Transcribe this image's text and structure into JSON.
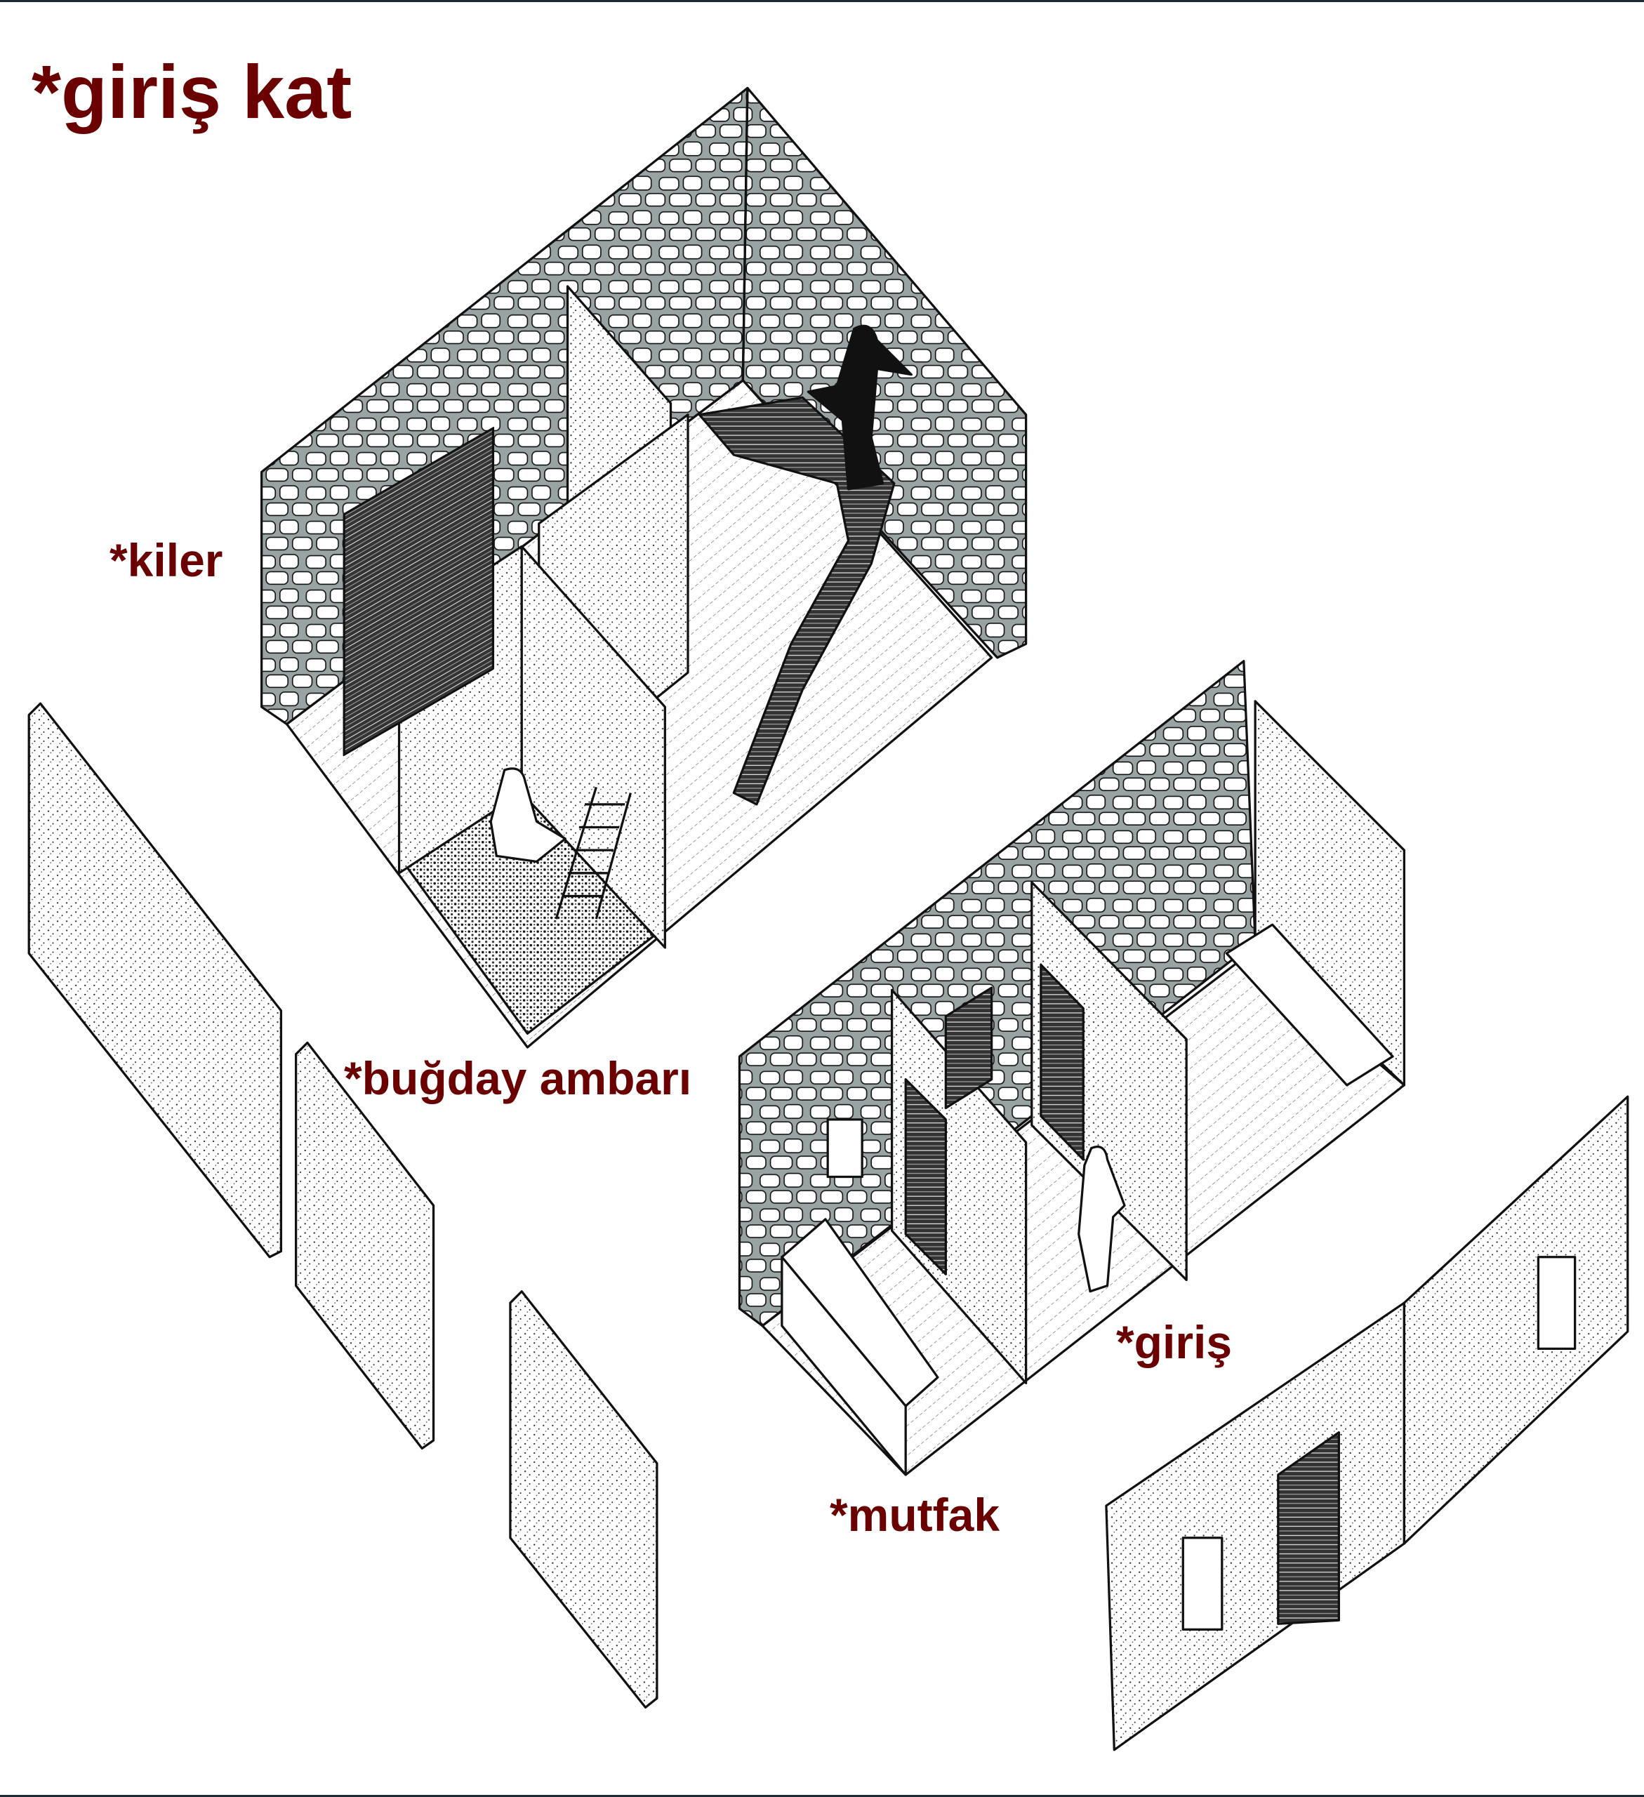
{
  "title": "*giriş kat",
  "labels": {
    "kiler": "*kiler",
    "bugday_ambari": "*buğday ambarı",
    "giris": "*giriş",
    "mutfak": "*mutfak"
  },
  "colors": {
    "label": "#6b0000",
    "stone_mortar": "#9aa3a3",
    "line": "#111111"
  }
}
